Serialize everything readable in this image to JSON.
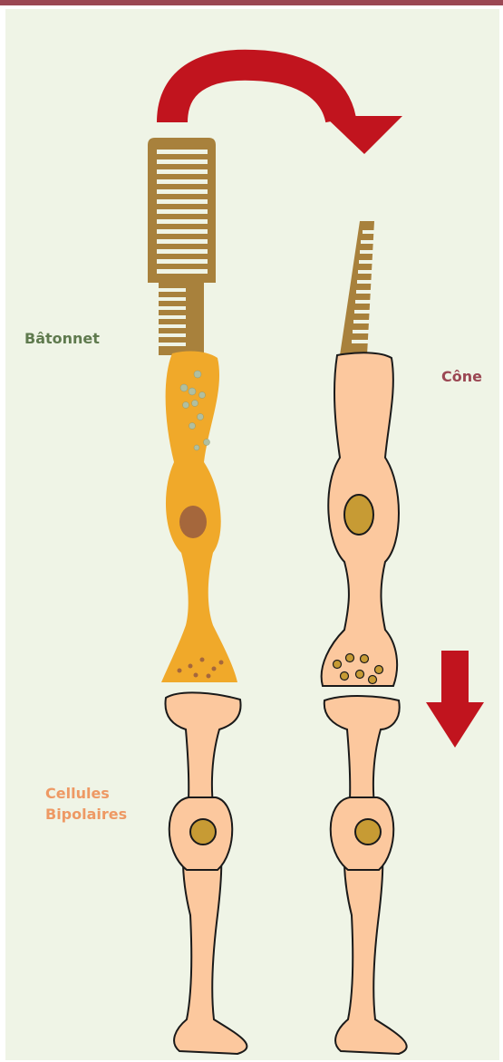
{
  "labels": {
    "rod": "Bâtonnet",
    "cone": "Cône",
    "bipolar_line1": "Cellules",
    "bipolar_line2": "Bipolaires"
  },
  "colors": {
    "header_bar": "#9b4753",
    "background": "#eff4e6",
    "rod_label": "#5f7a4e",
    "cone_label": "#9b4753",
    "bipolar_label": "#ee9964",
    "rod_body": "#f0a92a",
    "rod_outer_segment": "#a8813c",
    "cone_body": "#fcc89e",
    "nucleus_rod": "#a5673c",
    "nucleus_cone": "#c79b34",
    "arrow": "#c1141e"
  }
}
